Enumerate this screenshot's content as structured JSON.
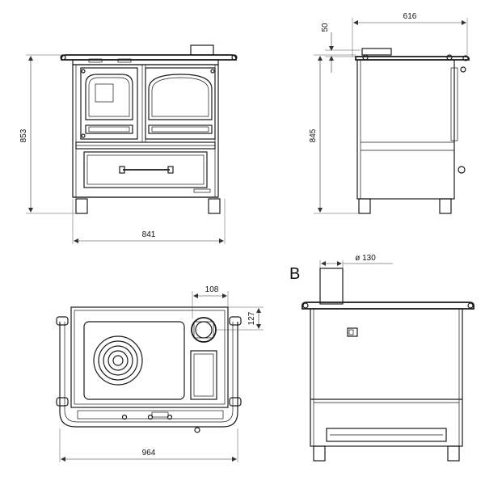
{
  "front_view": {
    "height_label": "853",
    "width_label": "841"
  },
  "side_view": {
    "top_offset_label": "50",
    "height_label": "845",
    "depth_label": "616"
  },
  "top_view": {
    "flue_offset_x_label": "108",
    "flue_offset_y_label": "127",
    "width_label": "964"
  },
  "rear_view": {
    "view_letter": "B",
    "flue_diameter_label": "ø 130"
  },
  "colors": {
    "line": "#1a1a1a",
    "background": "#ffffff"
  }
}
